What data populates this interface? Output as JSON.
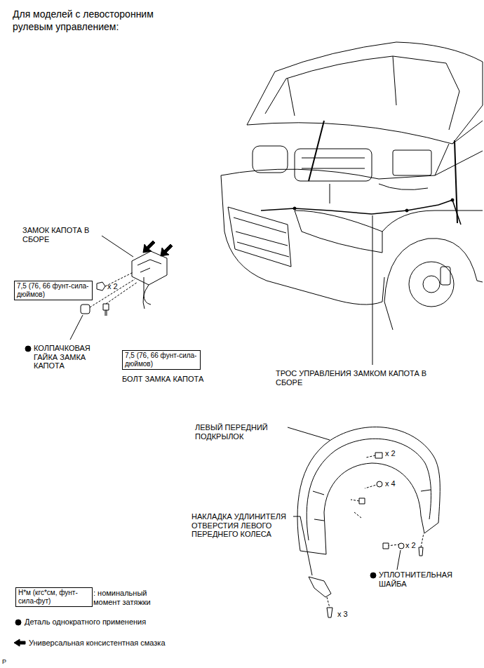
{
  "diagram": {
    "title": "Для моделей с левосторонним рулевым управлением:",
    "nodes": [
      {
        "text": [
          "7,5 (76, 66 фунт-сила-дюймов)"
        ]
      },
      {
        "text": [
          "7,5 (76, 66 фунт-сила-дюймов)"
        ]
      },
      {
        "text": [
          "Н*м (кгс*см, фунт-сила-фут)"
        ]
      }
    ],
    "labels": [
      "ЗАМОК КАПОТА В СБОРЕ",
      "x 2",
      "КОЛПАЧКОВАЯ ГАЙКА ЗАМКА КАПОТА",
      "БОЛТ ЗАМКА КАПОТА",
      "ТРОС УПРАВЛЕНИЯ ЗАМКОМ КАПОТА В СБОРЕ",
      "ЛЕВЫЙ ПЕРЕДНИЙ ПОДКРЫЛОК",
      "НАКЛАДКА УДЛИНИТЕЛЯ ОТВЕРСТИЯ ЛЕВОГО ПЕРЕДНЕГО КОЛЕСА",
      "x 2",
      "x 4",
      "x 2",
      "УПЛОТНИТЕЛЬНАЯ ШАЙБА",
      "x 3",
      "P"
    ],
    "legend": [
      {
        "text": ": номинальный момент затяжки"
      },
      {
        "text": "Деталь однократного применения"
      },
      {
        "text": "Универсальная консистентная смазка"
      }
    ]
  }
}
